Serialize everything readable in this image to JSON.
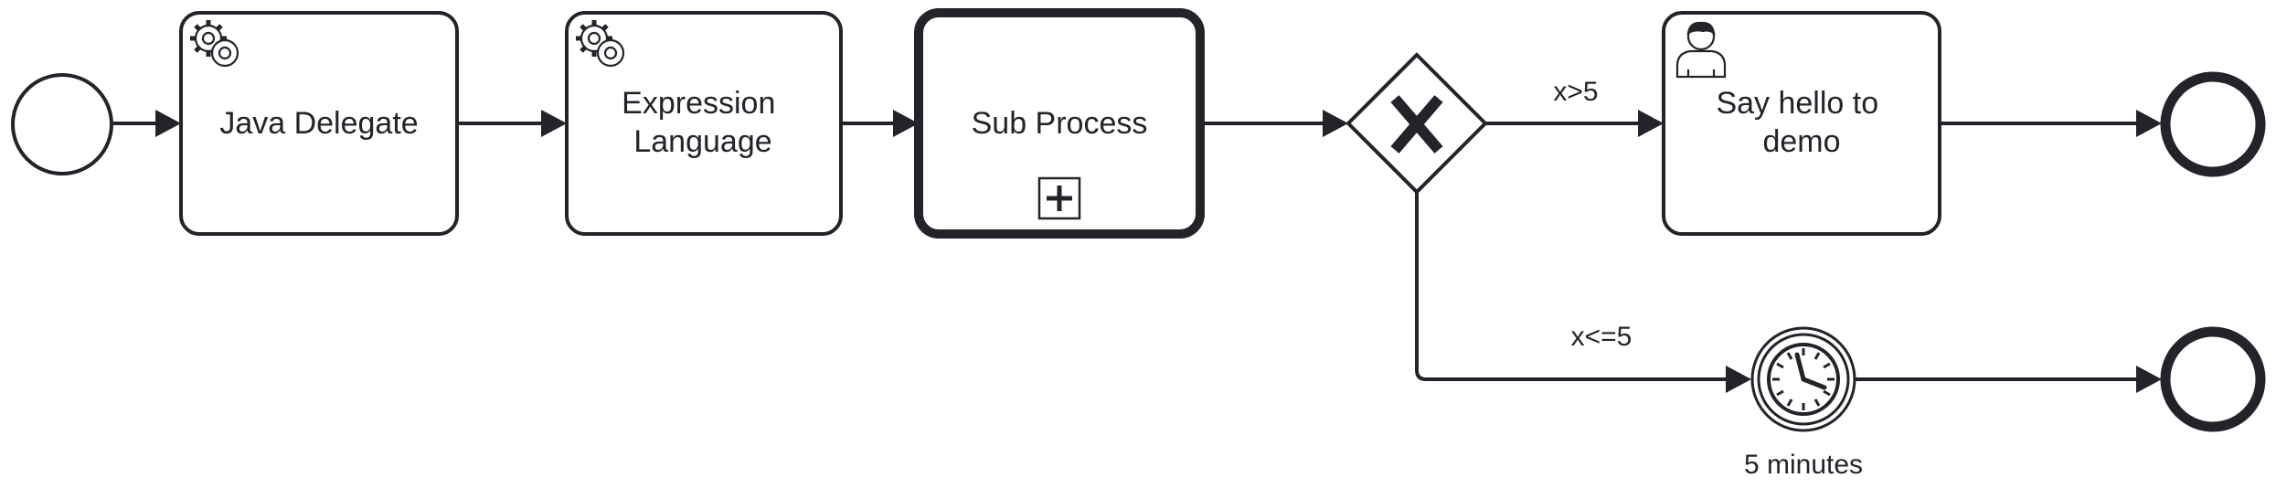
{
  "diagram": {
    "tasks": {
      "java_delegate": "Java Delegate",
      "expression_language": [
        "Expression",
        "Language"
      ],
      "sub_process": "Sub Process",
      "say_hello": [
        "Say hello to",
        "demo"
      ]
    },
    "gateway": {
      "symbol": "X"
    },
    "flows": {
      "upper_condition": "x>5",
      "lower_condition": "x<=5"
    },
    "timer": {
      "label": "5 minutes"
    },
    "colors": {
      "stroke": "#22242a",
      "fill": "#ffffff"
    },
    "icons": [
      "gears-icon",
      "gears-icon",
      "plus-marker-icon",
      "exclusive-gateway-x-icon",
      "user-icon",
      "clock-icon"
    ]
  }
}
